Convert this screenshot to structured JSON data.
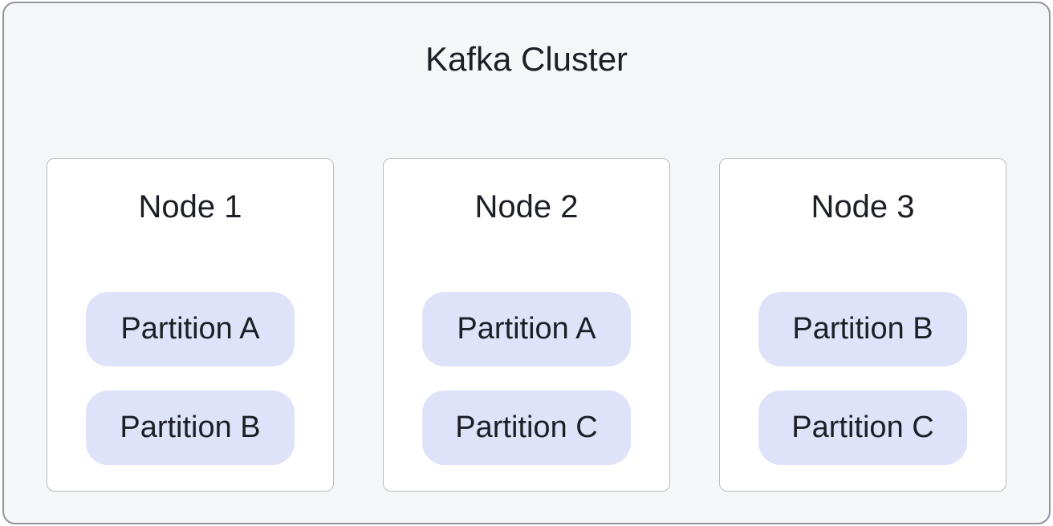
{
  "diagram": {
    "title": "Kafka Cluster",
    "nodes": [
      {
        "title": "Node 1",
        "partitions": [
          "Partition A",
          "Partition B"
        ]
      },
      {
        "title": "Node 2",
        "partitions": [
          "Partition A",
          "Partition C"
        ]
      },
      {
        "title": "Node 3",
        "partitions": [
          "Partition B",
          "Partition C"
        ]
      }
    ]
  },
  "colors": {
    "frame_bg": "#f5f6f8",
    "frame_border": "#9394a0",
    "card_bg": "#ffffff",
    "card_border": "#b9bac3",
    "partition_bg": "#dee3f9",
    "text": "#1d1f26"
  }
}
